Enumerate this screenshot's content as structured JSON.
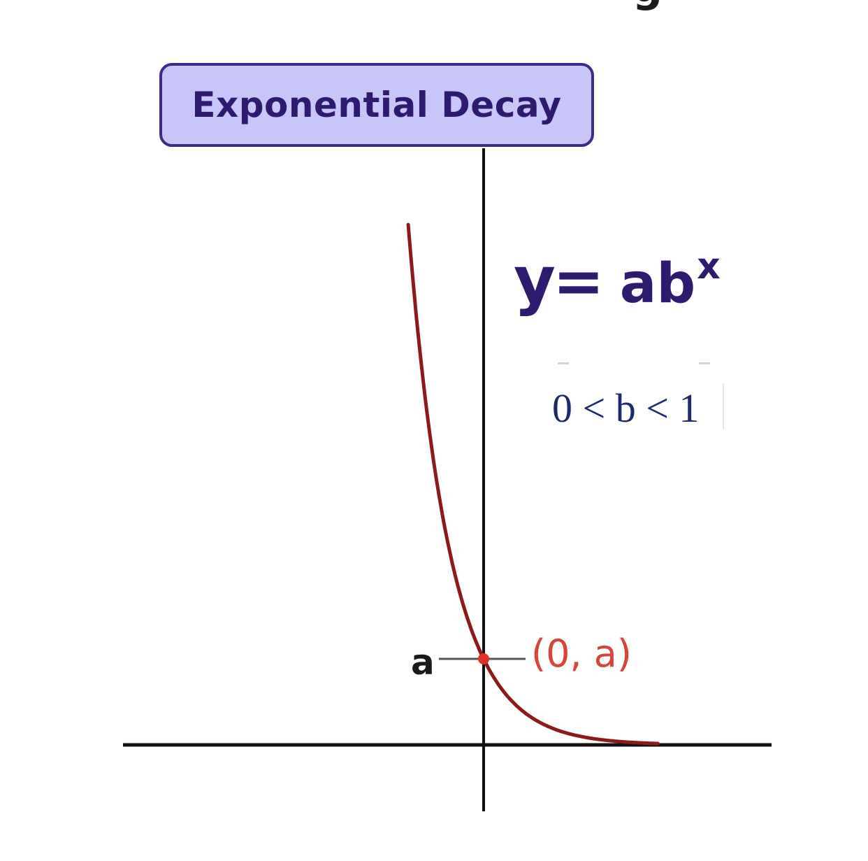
{
  "top_fragment": "g",
  "chart_data": {
    "type": "line",
    "title": "Exponential Decay",
    "equation": {
      "lhs": "y",
      "sign": "=",
      "base": "ab",
      "exponent": "x"
    },
    "condition": "0 < b < 1",
    "axes": {
      "x_axis": true,
      "y_axis": true,
      "ticks": false,
      "grid": false
    },
    "intercept_tick_label": "a",
    "highlight_point": {
      "label": "(0, a)",
      "x": 0,
      "y": 1
    },
    "series": [
      {
        "function": "a*b^x",
        "a": 1,
        "b": 0.38,
        "x_range": [
          -1.86,
          4.3
        ],
        "color": "#8b1a1a"
      }
    ],
    "colors": {
      "curve": "#8b1a1a",
      "point": "#e03025",
      "point_label": "#d8433a",
      "title_fill": "#c8c6f8",
      "title_border": "#3f2a86",
      "equation": "#2e1a6e",
      "condition": "#1e2a6e",
      "axes": "#111111"
    }
  }
}
